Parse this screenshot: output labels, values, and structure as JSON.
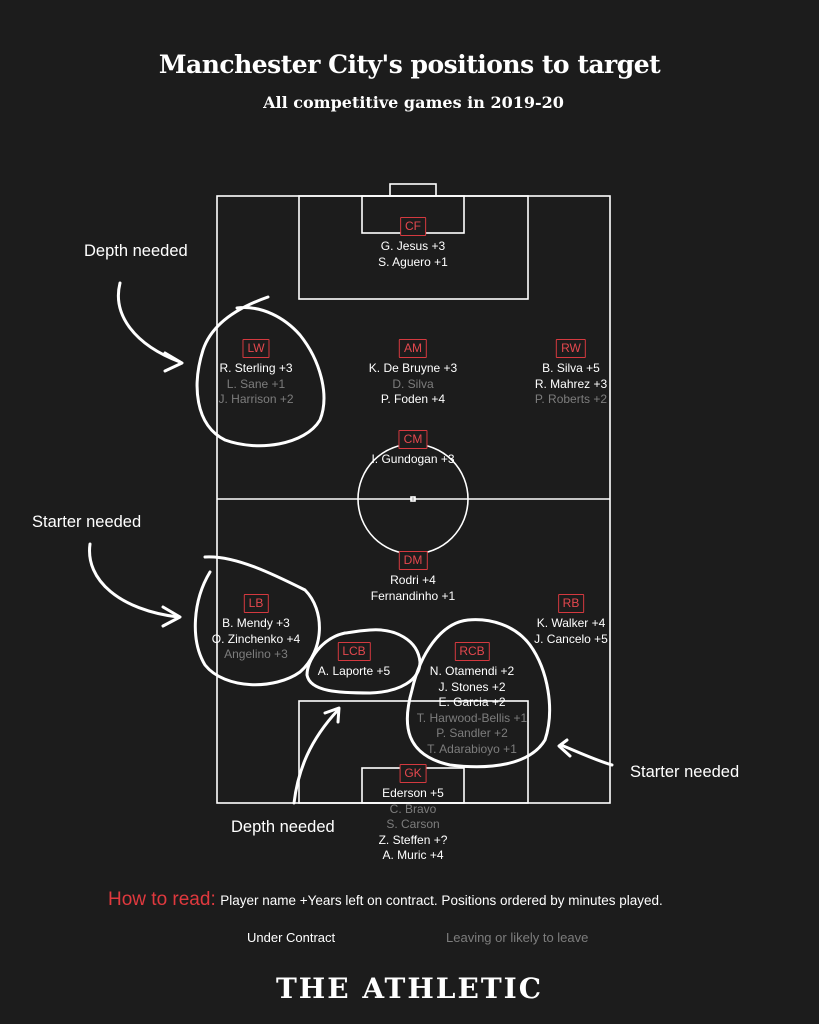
{
  "title": "Manchester City's positions to target",
  "subtitle": "All competitive games in 2019-20",
  "colors": {
    "background": "#1c1c1c",
    "accent_red": "#e0393e",
    "under_contract": "#ffffff",
    "leaving": "#7d7d7d"
  },
  "positions": {
    "cf": {
      "label": "CF",
      "players": [
        {
          "text": "G. Jesus +3",
          "status": "contract"
        },
        {
          "text": "S. Aguero +1",
          "status": "contract"
        }
      ]
    },
    "lw": {
      "label": "LW",
      "players": [
        {
          "text": "R. Sterling +3",
          "status": "contract"
        },
        {
          "text": "L. Sane +1",
          "status": "leaving"
        },
        {
          "text": "J. Harrison +2",
          "status": "leaving"
        }
      ]
    },
    "am": {
      "label": "AM",
      "players": [
        {
          "text": "K. De Bruyne +3",
          "status": "contract"
        },
        {
          "text": "D. Silva",
          "status": "leaving"
        },
        {
          "text": "P. Foden +4",
          "status": "contract"
        }
      ]
    },
    "rw": {
      "label": "RW",
      "players": [
        {
          "text": "B. Silva +5",
          "status": "contract"
        },
        {
          "text": "R. Mahrez +3",
          "status": "contract"
        },
        {
          "text": "P. Roberts +2",
          "status": "leaving"
        }
      ]
    },
    "cm": {
      "label": "CM",
      "players": [
        {
          "text": "I. Gundogan +3",
          "status": "contract"
        }
      ]
    },
    "dm": {
      "label": "DM",
      "players": [
        {
          "text": "Rodri +4",
          "status": "contract"
        },
        {
          "text": "Fernandinho +1",
          "status": "contract"
        }
      ]
    },
    "lb": {
      "label": "LB",
      "players": [
        {
          "text": "B. Mendy +3",
          "status": "contract"
        },
        {
          "text": "O. Zinchenko +4",
          "status": "contract"
        },
        {
          "text": "Angelino +3",
          "status": "leaving"
        }
      ]
    },
    "rb": {
      "label": "RB",
      "players": [
        {
          "text": "K. Walker +4",
          "status": "contract"
        },
        {
          "text": "J. Cancelo +5",
          "status": "contract"
        }
      ]
    },
    "lcb": {
      "label": "LCB",
      "players": [
        {
          "text": "A. Laporte +5",
          "status": "contract"
        }
      ]
    },
    "rcb": {
      "label": "RCB",
      "players": [
        {
          "text": "N. Otamendi +2",
          "status": "contract"
        },
        {
          "text": "J. Stones +2",
          "status": "contract"
        },
        {
          "text": "E. Garcia +2",
          "status": "contract"
        },
        {
          "text": "T. Harwood-Bellis +1",
          "status": "leaving"
        },
        {
          "text": "P. Sandler +2",
          "status": "leaving"
        },
        {
          "text": "T. Adarabioyo +1",
          "status": "leaving"
        }
      ]
    },
    "gk": {
      "label": "GK",
      "players": [
        {
          "text": "Ederson +5",
          "status": "contract"
        },
        {
          "text": "C. Bravo",
          "status": "leaving"
        },
        {
          "text": "S. Carson",
          "status": "leaving"
        },
        {
          "text": "Z. Steffen +?",
          "status": "contract"
        },
        {
          "text": "A. Muric +4",
          "status": "contract"
        }
      ]
    }
  },
  "annotations": {
    "depth_lw": "Depth needed",
    "starter_lb": "Starter needed",
    "starter_rcb": "Starter needed",
    "depth_lcb": "Depth needed"
  },
  "howto": {
    "label": "How to read:",
    "text": "Player name +Years left on contract. Positions ordered by minutes played."
  },
  "legend": {
    "under_contract": "Under Contract",
    "leaving": "Leaving or likely to leave"
  },
  "brand": "THE ATHLETIC"
}
